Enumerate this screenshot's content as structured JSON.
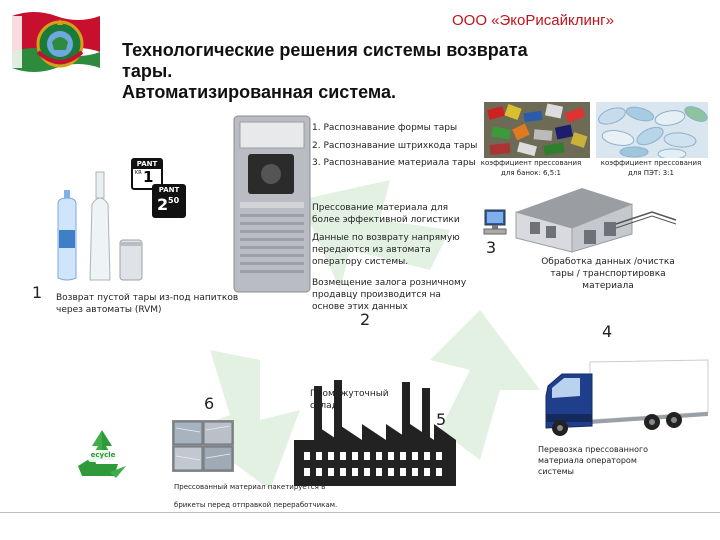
{
  "company": "ООО «ЭкоРисайклинг»",
  "title_lines": [
    "Технологические решения системы возврата",
    "тары.",
    "Автоматизированная система."
  ],
  "recognition": {
    "shape": "1. Распознавание формы тары",
    "barcode": "2. Распознавание штрихкода тары",
    "material": "3. Распознавание материала тары"
  },
  "coefficients": {
    "cans": "коэффициент прессования для банок: 6,5:1",
    "pet": "коэффициент прессования для ПЭТ: 3:1"
  },
  "pant_labels": {
    "label1_title": "PANT",
    "label1_small": "KR",
    "label1_value": "1",
    "label2_title": "PANT",
    "label2_value": "2",
    "label2_superscript": "50"
  },
  "steps": {
    "s1_number": "1",
    "s1_text": "Возврат пустой тары из-под напитков через автоматы (RVM)",
    "s2_pressing": "Прессование материала для более эффективной логистики",
    "s2_data": "Данные по возврату напрямую передаются из автомата оператору системы.",
    "s2_deposit": "Возмещение залога розничному продавцу производится на основе этих данных",
    "s2_number": "2",
    "s3_number": "3",
    "s3_text": "Обработка данных /очистка тары / транспортировка материала",
    "s4_number": "4",
    "s4_text": "Перевозка прессованного материала оператором системы",
    "s5_number": "5",
    "s5_text": "Промежуточный склад",
    "s6_number": "6",
    "s6_text": "Прессованный материал пакетируется в брикеты перед отправкой переработчикам."
  },
  "recycle_badge": "ecycle",
  "colors": {
    "company_red": "#c0141b",
    "flag_red": "#c8102e",
    "flag_green": "#2e8b3d",
    "machine_gray": "#b9bcc2",
    "recycle_green": "#2f9a3a",
    "truck_blue": "#1f3f8c"
  }
}
